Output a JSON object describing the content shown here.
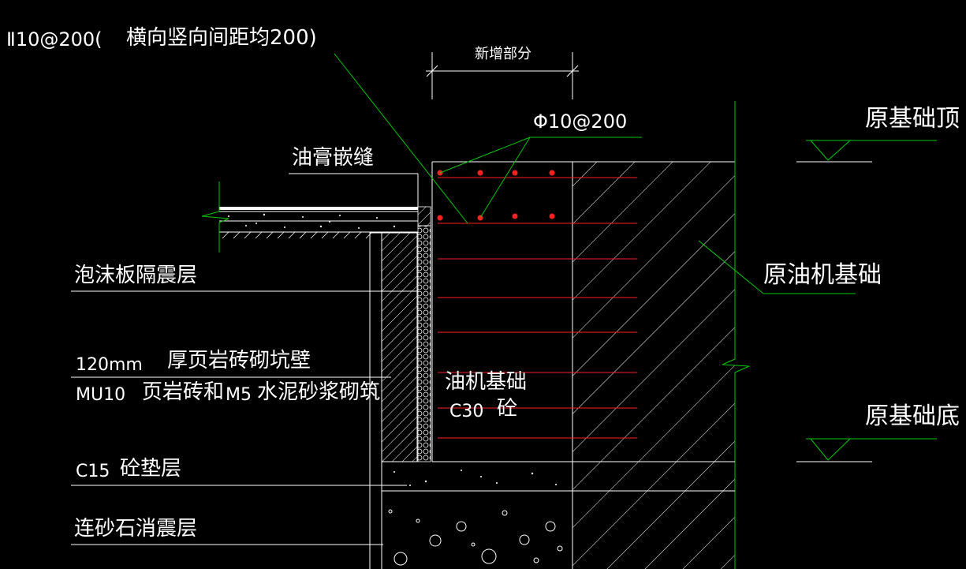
{
  "labels": {
    "rebar_note_left": "Ⅱ10@200(",
    "rebar_note_spacing": "横向竖向间距均200)",
    "new_part": "新增部分",
    "rebar_top": "Φ10@200",
    "orig_top": "原基础顶",
    "oil_paste_joint": "油膏嵌缝",
    "foam_layer": "泡沫板隔震层",
    "orig_machine_foundation": "原油机基础",
    "pit_wall_thickness": "120mm",
    "pit_wall_desc": "厚页岩砖砌坑壁",
    "masonry_mu": "MU10",
    "masonry_brick": "页岩砖和",
    "masonry_mortar_grade": "M5",
    "masonry_mortar": "水泥砂浆砌筑",
    "machine_foundation": "油机基础",
    "concrete_grade": "C30",
    "concrete_word": "砼",
    "orig_bottom": "原基础底",
    "c15_grade": "C15",
    "c15_desc": "砼垫层",
    "gravel_layer": "连砂石消震层"
  },
  "colors": {
    "background": "#000000",
    "outline": "#ffffff",
    "leader": "#00c800",
    "rebar": "#ff2020"
  }
}
